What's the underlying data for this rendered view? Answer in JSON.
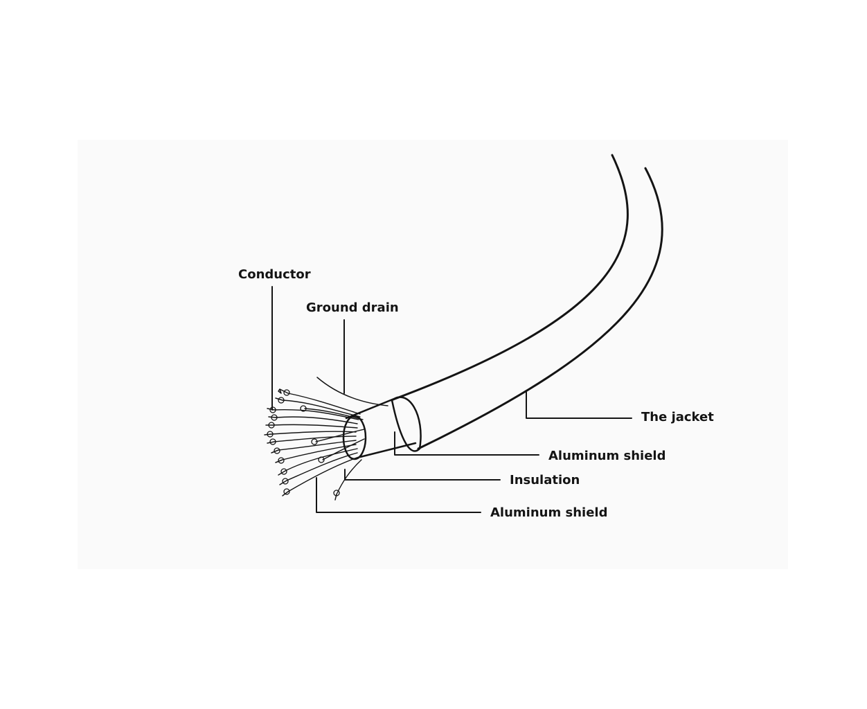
{
  "diagram": {
    "labels": {
      "conductor": "Conductor",
      "ground_drain": "Ground drain",
      "jacket": "The jacket",
      "aluminum_shield_outer": "Aluminum shield",
      "insulation": "Insulation",
      "aluminum_shield_inner": "Aluminum shield"
    },
    "colors": {
      "ink": "#141414",
      "panel": "#fafafa",
      "background": "#ffffff"
    }
  }
}
